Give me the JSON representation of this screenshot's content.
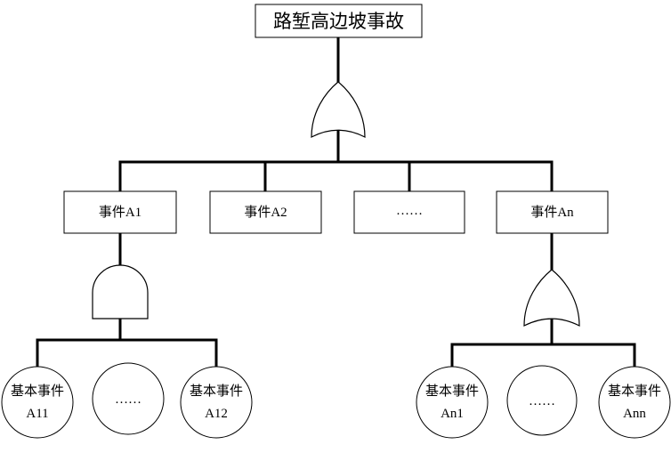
{
  "top_event": {
    "label": "路堑高边坡事故"
  },
  "intermediate_events": [
    {
      "label": "事件A1"
    },
    {
      "label": "事件A2"
    },
    {
      "label": "……"
    },
    {
      "label": "事件An"
    }
  ],
  "basic_events_a1": [
    {
      "line1": "基本事件",
      "line2": "A11"
    },
    {
      "line1": "……"
    },
    {
      "line1": "基本事件",
      "line2": "A12"
    }
  ],
  "basic_events_an": [
    {
      "line1": "基本事件",
      "line2": "An1"
    },
    {
      "line1": "……"
    },
    {
      "line1": "基本事件",
      "line2": "Ann"
    }
  ],
  "gate_icons": {
    "top": "or-gate-icon",
    "a1": "and-gate-icon",
    "an": "or-gate-icon"
  },
  "colors": {
    "ink": "#000000",
    "background": "#ffffff"
  }
}
